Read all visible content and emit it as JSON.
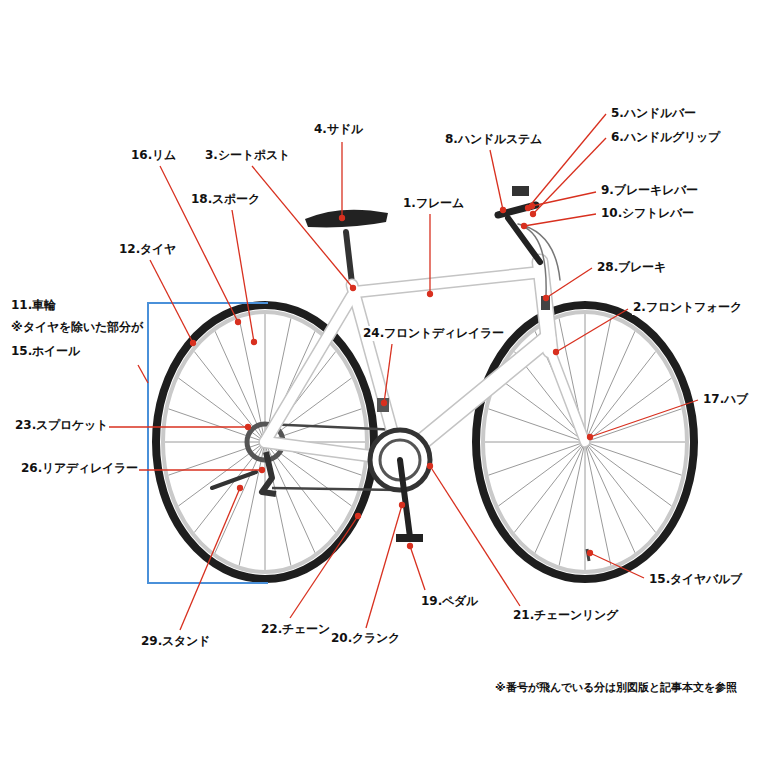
{
  "diagram": {
    "labels": [
      "5.ハンドルバー",
      "6.ハンドルグリップ",
      "4.サドル",
      "8.ハンドルステム",
      "16.リム",
      "3.シートポスト",
      "9.ブレーキレバー",
      "10.シフトレバー",
      "18.スポーク",
      "1.フレーム",
      "12.タイヤ",
      "28.ブレーキ",
      "11.車輪",
      "※タイヤを除いた部分が",
      "15.ホイール",
      "2.フロントフォーク",
      "24.フロントディレイラー",
      "17.ハブ",
      "23.スプロケット",
      "26.リアディレイラー",
      "15.タイヤバルブ",
      "19.ペダル",
      "21.チェーンリング",
      "22.チェーン",
      "20.クランク",
      "29.スタンド",
      "※番号が飛んでいる分は別図版と記事本文を参照"
    ]
  }
}
